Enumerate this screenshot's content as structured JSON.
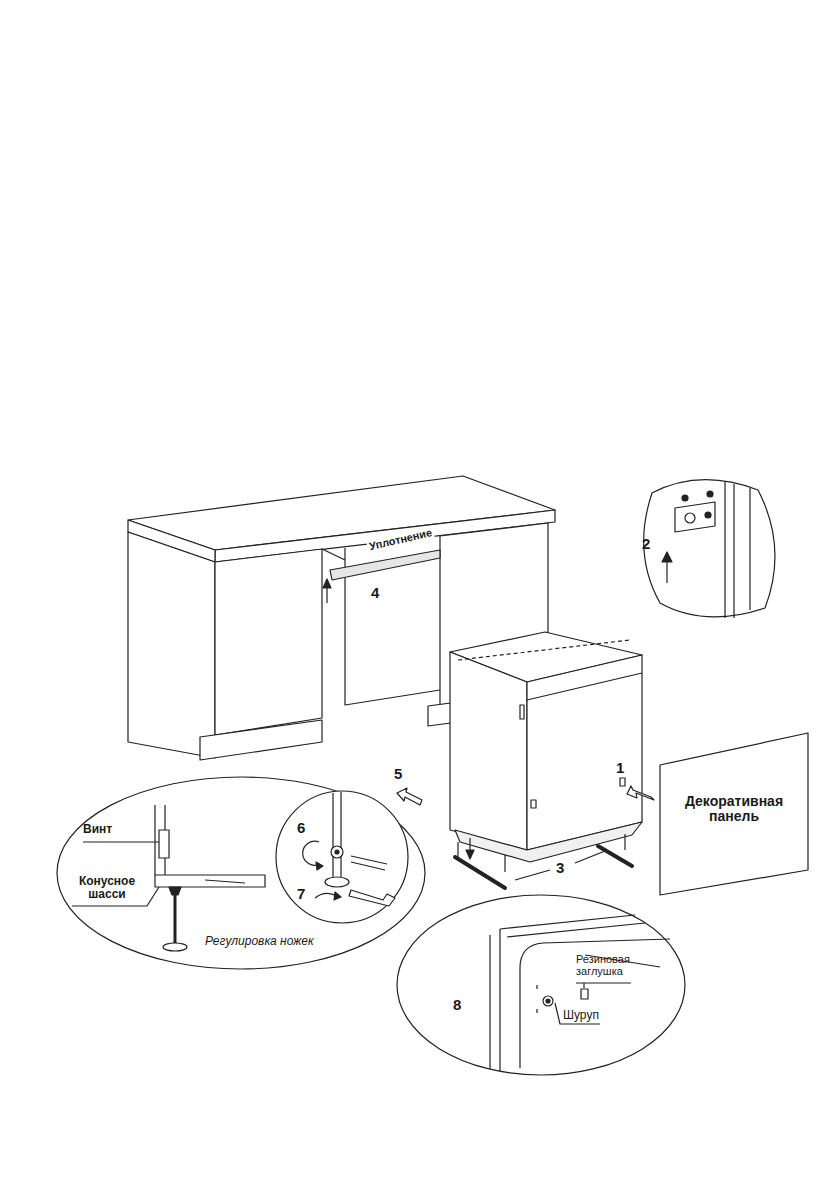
{
  "diagram": {
    "nodes": [
      {
        "text": [
          "2"
        ]
      },
      {
        "text": [
          "Декоративная панель"
        ]
      },
      {
        "text": [
          "Винт",
          "Конусное шасси",
          "Регулировка ножек"
        ]
      },
      {
        "text": [
          "6",
          "7"
        ],
        "in": 2
      },
      {
        "text": [
          "8",
          "Резиновая заглушка",
          "Шуруп"
        ]
      }
    ],
    "labels": [
      "Уплотнение",
      "4",
      "5",
      "1",
      "3"
    ]
  }
}
